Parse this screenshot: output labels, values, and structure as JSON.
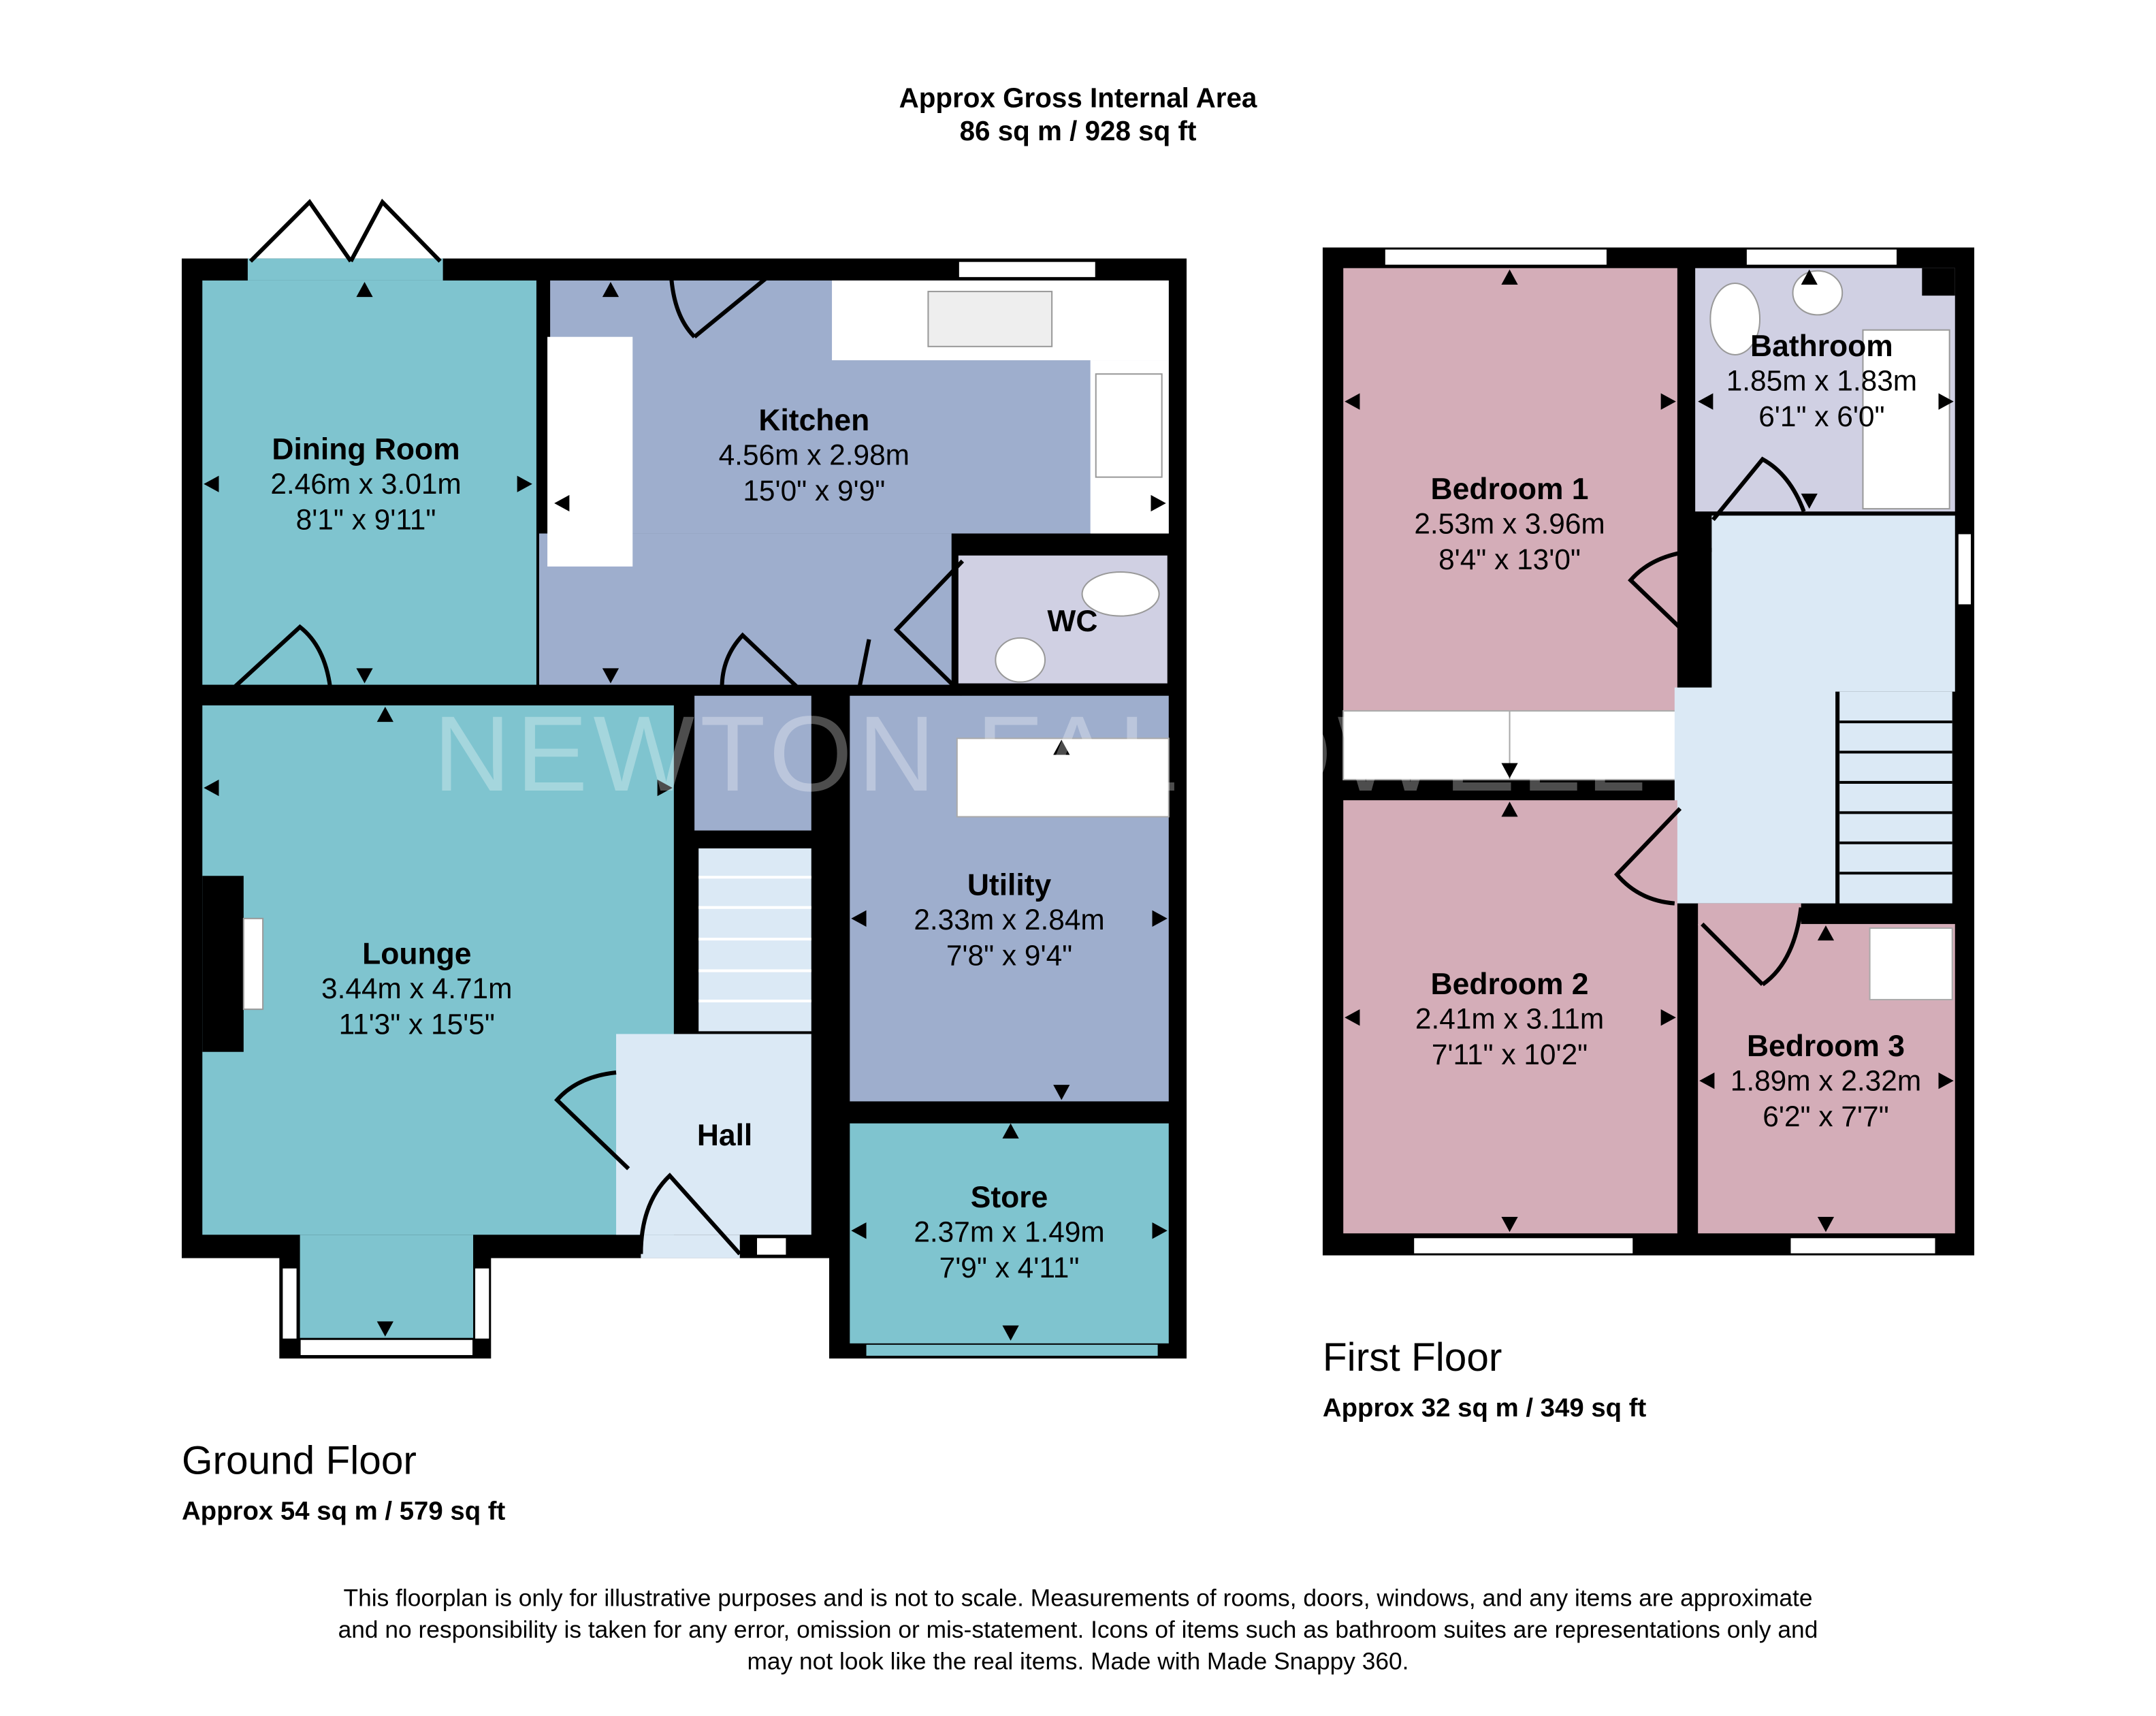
{
  "header": {
    "title": "Approx Gross Internal Area",
    "area": "86 sq m / 928 sq ft"
  },
  "watermark": "NEWTON FALLOWELL",
  "colors": {
    "teal_rooms": "#7fc4cf",
    "kitchen_utility": "#9eaecd",
    "wet_rooms": "#d0d0e3",
    "bedrooms": "#d4adb8",
    "circulation": "#dbe9f5",
    "walls": "#000000"
  },
  "ground_floor": {
    "label": "Ground Floor",
    "area": "Approx 54 sq m / 579 sq ft",
    "rooms": [
      {
        "name": "Dining Room",
        "metric": "2.46m x 3.01m",
        "imperial": "8'1\" x 9'11\""
      },
      {
        "name": "Kitchen",
        "metric": "4.56m x 2.98m",
        "imperial": "15'0\" x 9'9\""
      },
      {
        "name": "WC"
      },
      {
        "name": "Lounge",
        "metric": "3.44m x 4.71m",
        "imperial": "11'3\" x 15'5\""
      },
      {
        "name": "Hall"
      },
      {
        "name": "Utility",
        "metric": "2.33m x 2.84m",
        "imperial": "7'8\" x 9'4\""
      },
      {
        "name": "Store",
        "metric": "2.37m x 1.49m",
        "imperial": "7'9\" x 4'11\""
      }
    ]
  },
  "first_floor": {
    "label": "First Floor",
    "area": "Approx 32 sq m / 349 sq ft",
    "rooms": [
      {
        "name": "Bedroom 1",
        "metric": "2.53m x 3.96m",
        "imperial": "8'4\" x 13'0\""
      },
      {
        "name": "Bathroom",
        "metric": "1.85m x 1.83m",
        "imperial": "6'1\" x 6'0\""
      },
      {
        "name": "Bedroom 2",
        "metric": "2.41m x 3.11m",
        "imperial": "7'11\" x 10'2\""
      },
      {
        "name": "Bedroom 3",
        "metric": "1.89m x 2.32m",
        "imperial": "6'2\" x 7'7\""
      }
    ]
  },
  "disclaimer": [
    "This floorplan is only for illustrative purposes and is not to scale. Measurements of rooms, doors, windows, and any items are approximate",
    "and no responsibility is taken for any error, omission or mis-statement. Icons of items such as bathroom suites are representations only and",
    "may not look like the real items. Made with Made Snappy 360."
  ]
}
